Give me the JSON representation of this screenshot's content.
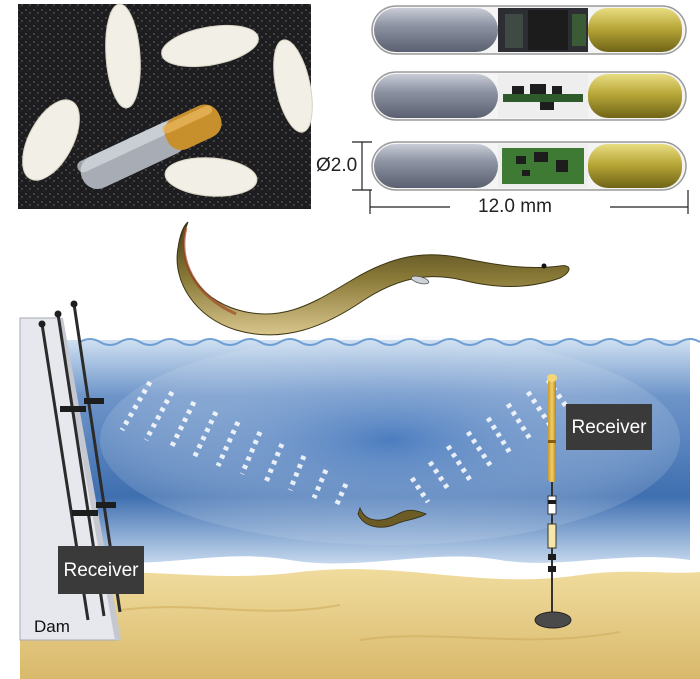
{
  "labels": {
    "receiver_right": "Receiver",
    "receiver_left": "Receiver",
    "dam": "Dam",
    "diameter": "Ø2.0",
    "length": "12.0 mm"
  },
  "colors": {
    "water_deep": "#3f6fb0",
    "water_light": "#d6e4f3",
    "sand": "#e8cf8c",
    "tag_gold": "#b9a838",
    "tag_silver": "#8d93a3",
    "label_box": "#3a3a3a",
    "eel_body": "#7d6a2e"
  },
  "icons": {
    "photo": "rice-and-tag-photo",
    "tags": "acoustic-tag-cutaway",
    "fish": "eel",
    "sensor": "receiver-hydrophone"
  }
}
